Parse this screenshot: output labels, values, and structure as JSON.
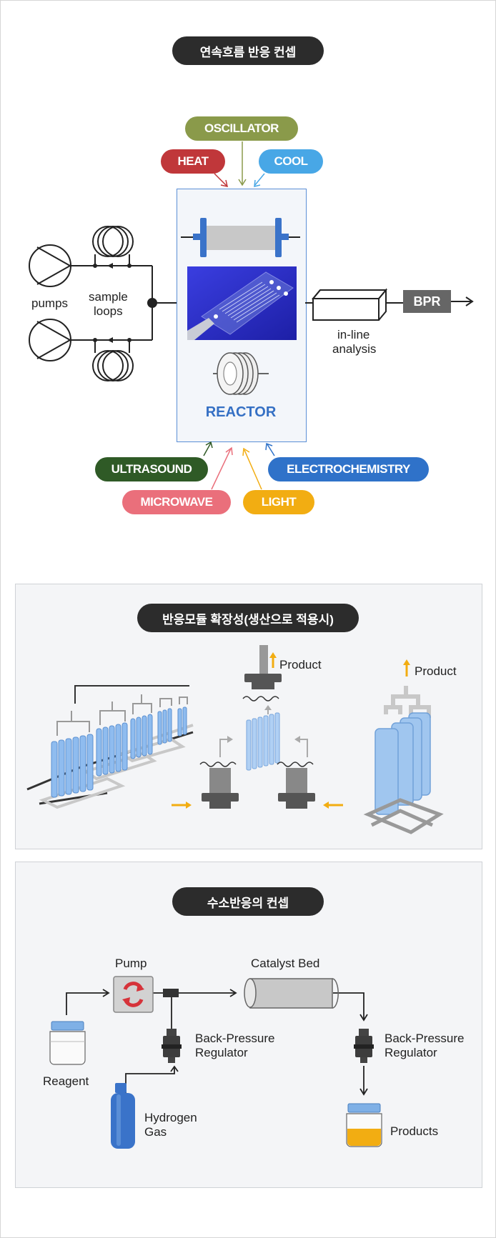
{
  "section1": {
    "title": "연속흐름 반응 컨셉",
    "tags": {
      "oscillator": "OSCILLATOR",
      "heat": "HEAT",
      "cool": "COOL",
      "ultrasound": "ULTRASOUND",
      "electrochemistry": "ELECTROCHEMISTRY",
      "microwave": "MICROWAVE",
      "light": "LIGHT"
    },
    "pumps_label": "pumps",
    "sample_loops_line1": "sample",
    "sample_loops_line2": "loops",
    "reactor_label": "REACTOR",
    "inline_line1": "in-line",
    "inline_line2": "analysis",
    "bpr_label": "BPR",
    "colors": {
      "oscillator": "#8a9a4a",
      "heat": "#c0373a",
      "cool": "#48a7e6",
      "ultrasound": "#2f5a26",
      "electrochemistry": "#2f72c9",
      "microwave": "#ea6f7b",
      "light": "#f2ad12"
    }
  },
  "section2": {
    "title": "반응모듈 확장성(생산으로 적용시)",
    "product_label_1": "Product",
    "product_label_2": "Product"
  },
  "section3": {
    "title": "수소반응의 컨셉",
    "pump_label": "Pump",
    "catalyst_label": "Catalyst Bed",
    "reagent_label": "Reagent",
    "bpr_left_line1": "Back-Pressure",
    "bpr_left_line2": "Regulator",
    "bpr_right_line1": "Back-Pressure",
    "bpr_right_line2": "Regulator",
    "hydrogen_line1": "Hydrogen",
    "hydrogen_line2": "Gas",
    "products_label": "Products"
  }
}
